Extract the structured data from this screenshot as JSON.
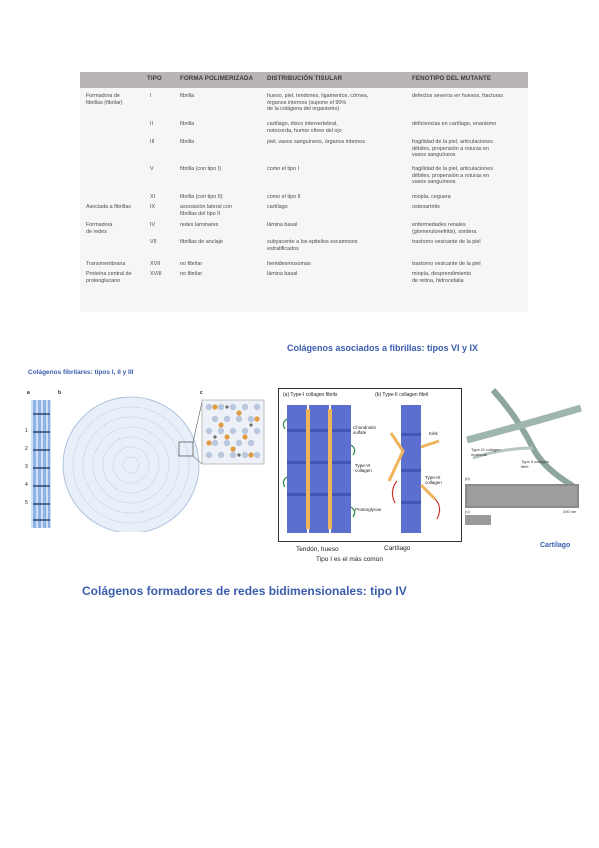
{
  "table": {
    "headers": [
      "TIPO",
      "FORMA POLIMERIZADA",
      "DISTRIBUCIÓN TISULAR",
      "FENOTIPO DEL MUTANTE"
    ],
    "rows": [
      {
        "group": "Formadora de\nfibrillas (fibrilar)",
        "tipo": "I",
        "forma": "fibrilla",
        "distribucion": "hueso, piel, tendones, ligamentos, córnea,\nórganos internos (supone el 90%\nde la colágena del organismo)",
        "fenotipo": "defectos severos en huesos, fracturas"
      },
      {
        "group": "",
        "tipo": "II",
        "forma": "fibrilla",
        "distribucion": "cartílago, disco intervertebral,\nnotocorda, humor vítreo del ojo",
        "fenotipo": "deficiencias en cartílago, enanismo"
      },
      {
        "group": "",
        "tipo": "III",
        "forma": "fibrilla",
        "distribucion": "piel, vasos sanguíneos, órganos internos",
        "fenotipo": "fragilidad de la piel, articulaciones\ndébiles, propensión a roturas en\nvasos sanguíneos"
      },
      {
        "group": "",
        "tipo": "V",
        "forma": "fibrilla (con tipo I)",
        "distribucion": "como el tipo I",
        "fenotipo": "fragilidad de la piel, articulaciones\ndébiles, propensión a roturas en\nvasos sanguíneos"
      },
      {
        "group": "",
        "tipo": "XI",
        "forma": "fibrilla (con tipo II)",
        "distribucion": "como el tipo II",
        "fenotipo": "miopía, ceguera"
      },
      {
        "group": "Asociada a fibrillas",
        "tipo": "IX",
        "forma": "asociación lateral con\nfibrillas del tipo II",
        "distribucion": "cartílago",
        "fenotipo": "osteoartritis"
      },
      {
        "group": "Formadora\nde redes",
        "tipo": "IV",
        "forma": "redes laminares",
        "distribucion": "lámina basal",
        "fenotipo": "enfermedades renales\n(glomerulonefritis), sordera"
      },
      {
        "group": "",
        "tipo": "VII",
        "forma": "fibrillas de anclaje",
        "distribucion": "subyacente a los epitelios escamosos\nestratificados",
        "fenotipo": "trastorno vesicante de la piel"
      },
      {
        "group": "Transmembrana",
        "tipo": "XVII",
        "forma": "no fibrilar",
        "distribucion": "hemidesmosomas",
        "fenotipo": "trastorno vesicante de la piel"
      },
      {
        "group": "Proteína central de\nproteoglucano",
        "tipo": "XVIII",
        "forma": "no fibrilar",
        "distribucion": "lámina basal",
        "fenotipo": "miopía, desprendimiento\nde retina, hidrocefalia"
      }
    ]
  },
  "figures": {
    "fibrilar_title": "Colágenos fibrilares: tipos I, II y III",
    "fibrilar_letters": [
      "a",
      "b",
      "c"
    ],
    "fibrilar_scale": [
      "1",
      "2",
      "3",
      "4",
      "5"
    ],
    "assoc_title": "Colágenos asociados a fibrillas: tipos VI y IX",
    "assoc_panel_a": "(a) Type-I collagen fibrils",
    "assoc_panel_b": "(b) Type-II collagen fibril",
    "assoc_labels": [
      "Chondroitin sulfate",
      "Kink",
      "Type-VI collagen",
      "Type-IX collagen",
      "Proteoglycan"
    ],
    "assoc_caption_left": "Tendón, hueso",
    "assoc_caption_right": "Cartílago",
    "assoc_common": "Tipo I es el más común",
    "right_labels": [
      "Type IX collagen molecule",
      "Type II collagen fibril",
      "(b)",
      "(c)",
      "200 nm"
    ],
    "cartilago_label": "Cartílago",
    "network_title": "Colágenos formadores de redes bidimensionales: tipo IV"
  },
  "colors": {
    "accent_blue": "#3a5dae",
    "table_header": "#b9b4b4",
    "fiber_blue": "#5b6fd0",
    "fiber_orange": "#f0b45a"
  }
}
